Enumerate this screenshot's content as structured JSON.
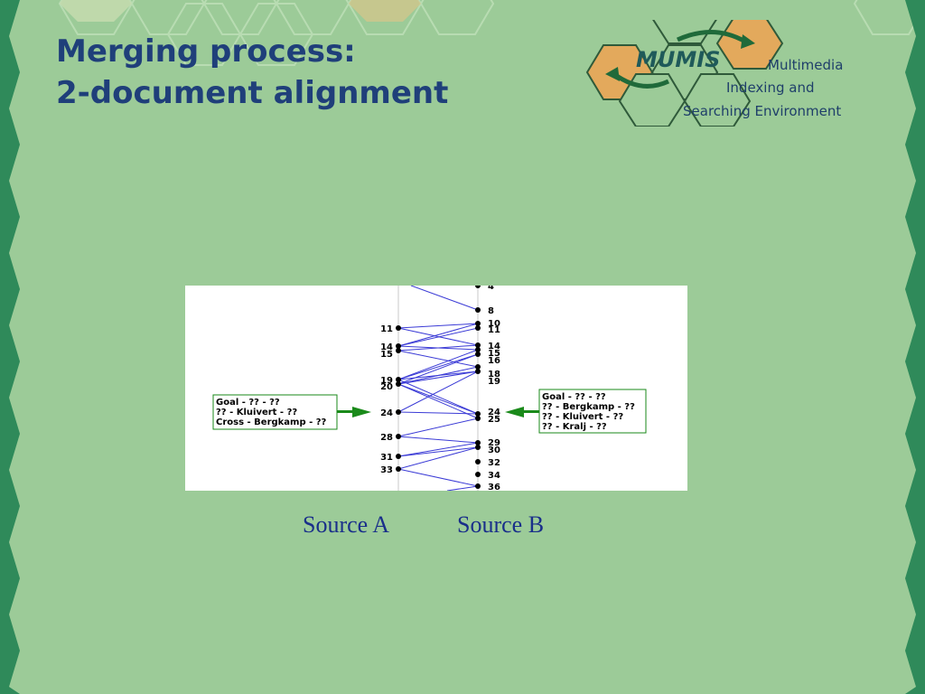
{
  "title": {
    "line1": "Merging process:",
    "line2": "2-document alignment"
  },
  "logo": {
    "name": "MUMIS",
    "line1": "Multimedia",
    "line2": "Indexing and",
    "line3": "Searching Environment"
  },
  "figure": {
    "source_a_points": [
      "11",
      "14",
      "15",
      "19",
      "20",
      "24",
      "28",
      "31",
      "33"
    ],
    "source_b_points": [
      "4",
      "8",
      "10",
      "11",
      "14",
      "15",
      "16",
      "18",
      "19",
      "24",
      "25",
      "29",
      "30",
      "32",
      "34",
      "36"
    ],
    "box_a_lines": [
      "Goal - ?? - ??",
      "?? - Kluivert - ??",
      "Cross - Bergkamp - ??"
    ],
    "box_b_lines": [
      "Goal - ?? - ??",
      "?? - Bergkamp - ??",
      "?? - Kluivert - ??",
      "?? - Kralj - ??"
    ]
  },
  "captions": {
    "source_a": "Source A",
    "source_b": "Source B"
  },
  "colors": {
    "background": "#9ccb98",
    "border": "#2f8a5a",
    "title": "#1f3f7a",
    "link_line": "#3b3bd6",
    "arrow": "#1a8a1a"
  }
}
